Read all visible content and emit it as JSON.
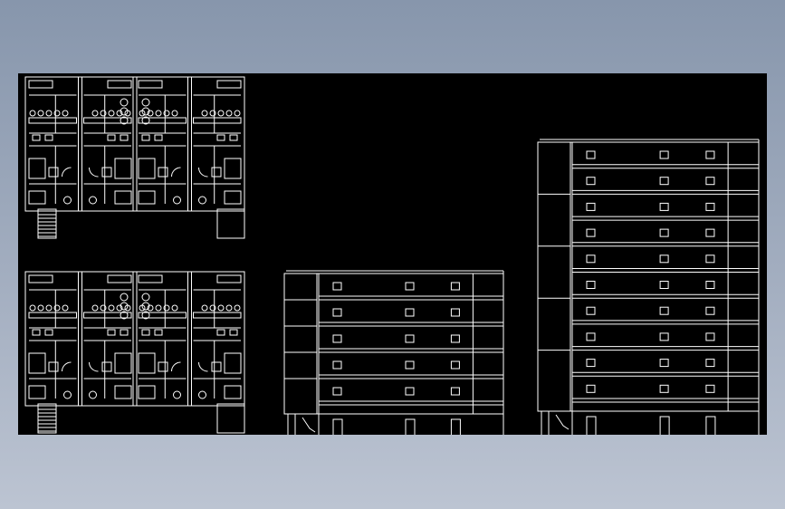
{
  "colors": {
    "background_top": "#8796ac",
    "background_bottom": "#bcc4d2",
    "drawing_area": "#000000",
    "line_color": "#ffffff"
  },
  "drawing": {
    "plans": [
      {
        "name": "upper-floor-plan",
        "units": 4
      },
      {
        "name": "lower-floor-plan",
        "units": 4
      }
    ],
    "elevations": [
      {
        "name": "short-elevation",
        "floors": 6,
        "windows_per_floor": 3
      },
      {
        "name": "tall-elevation",
        "floors": 11,
        "windows_per_floor": 3
      }
    ]
  }
}
